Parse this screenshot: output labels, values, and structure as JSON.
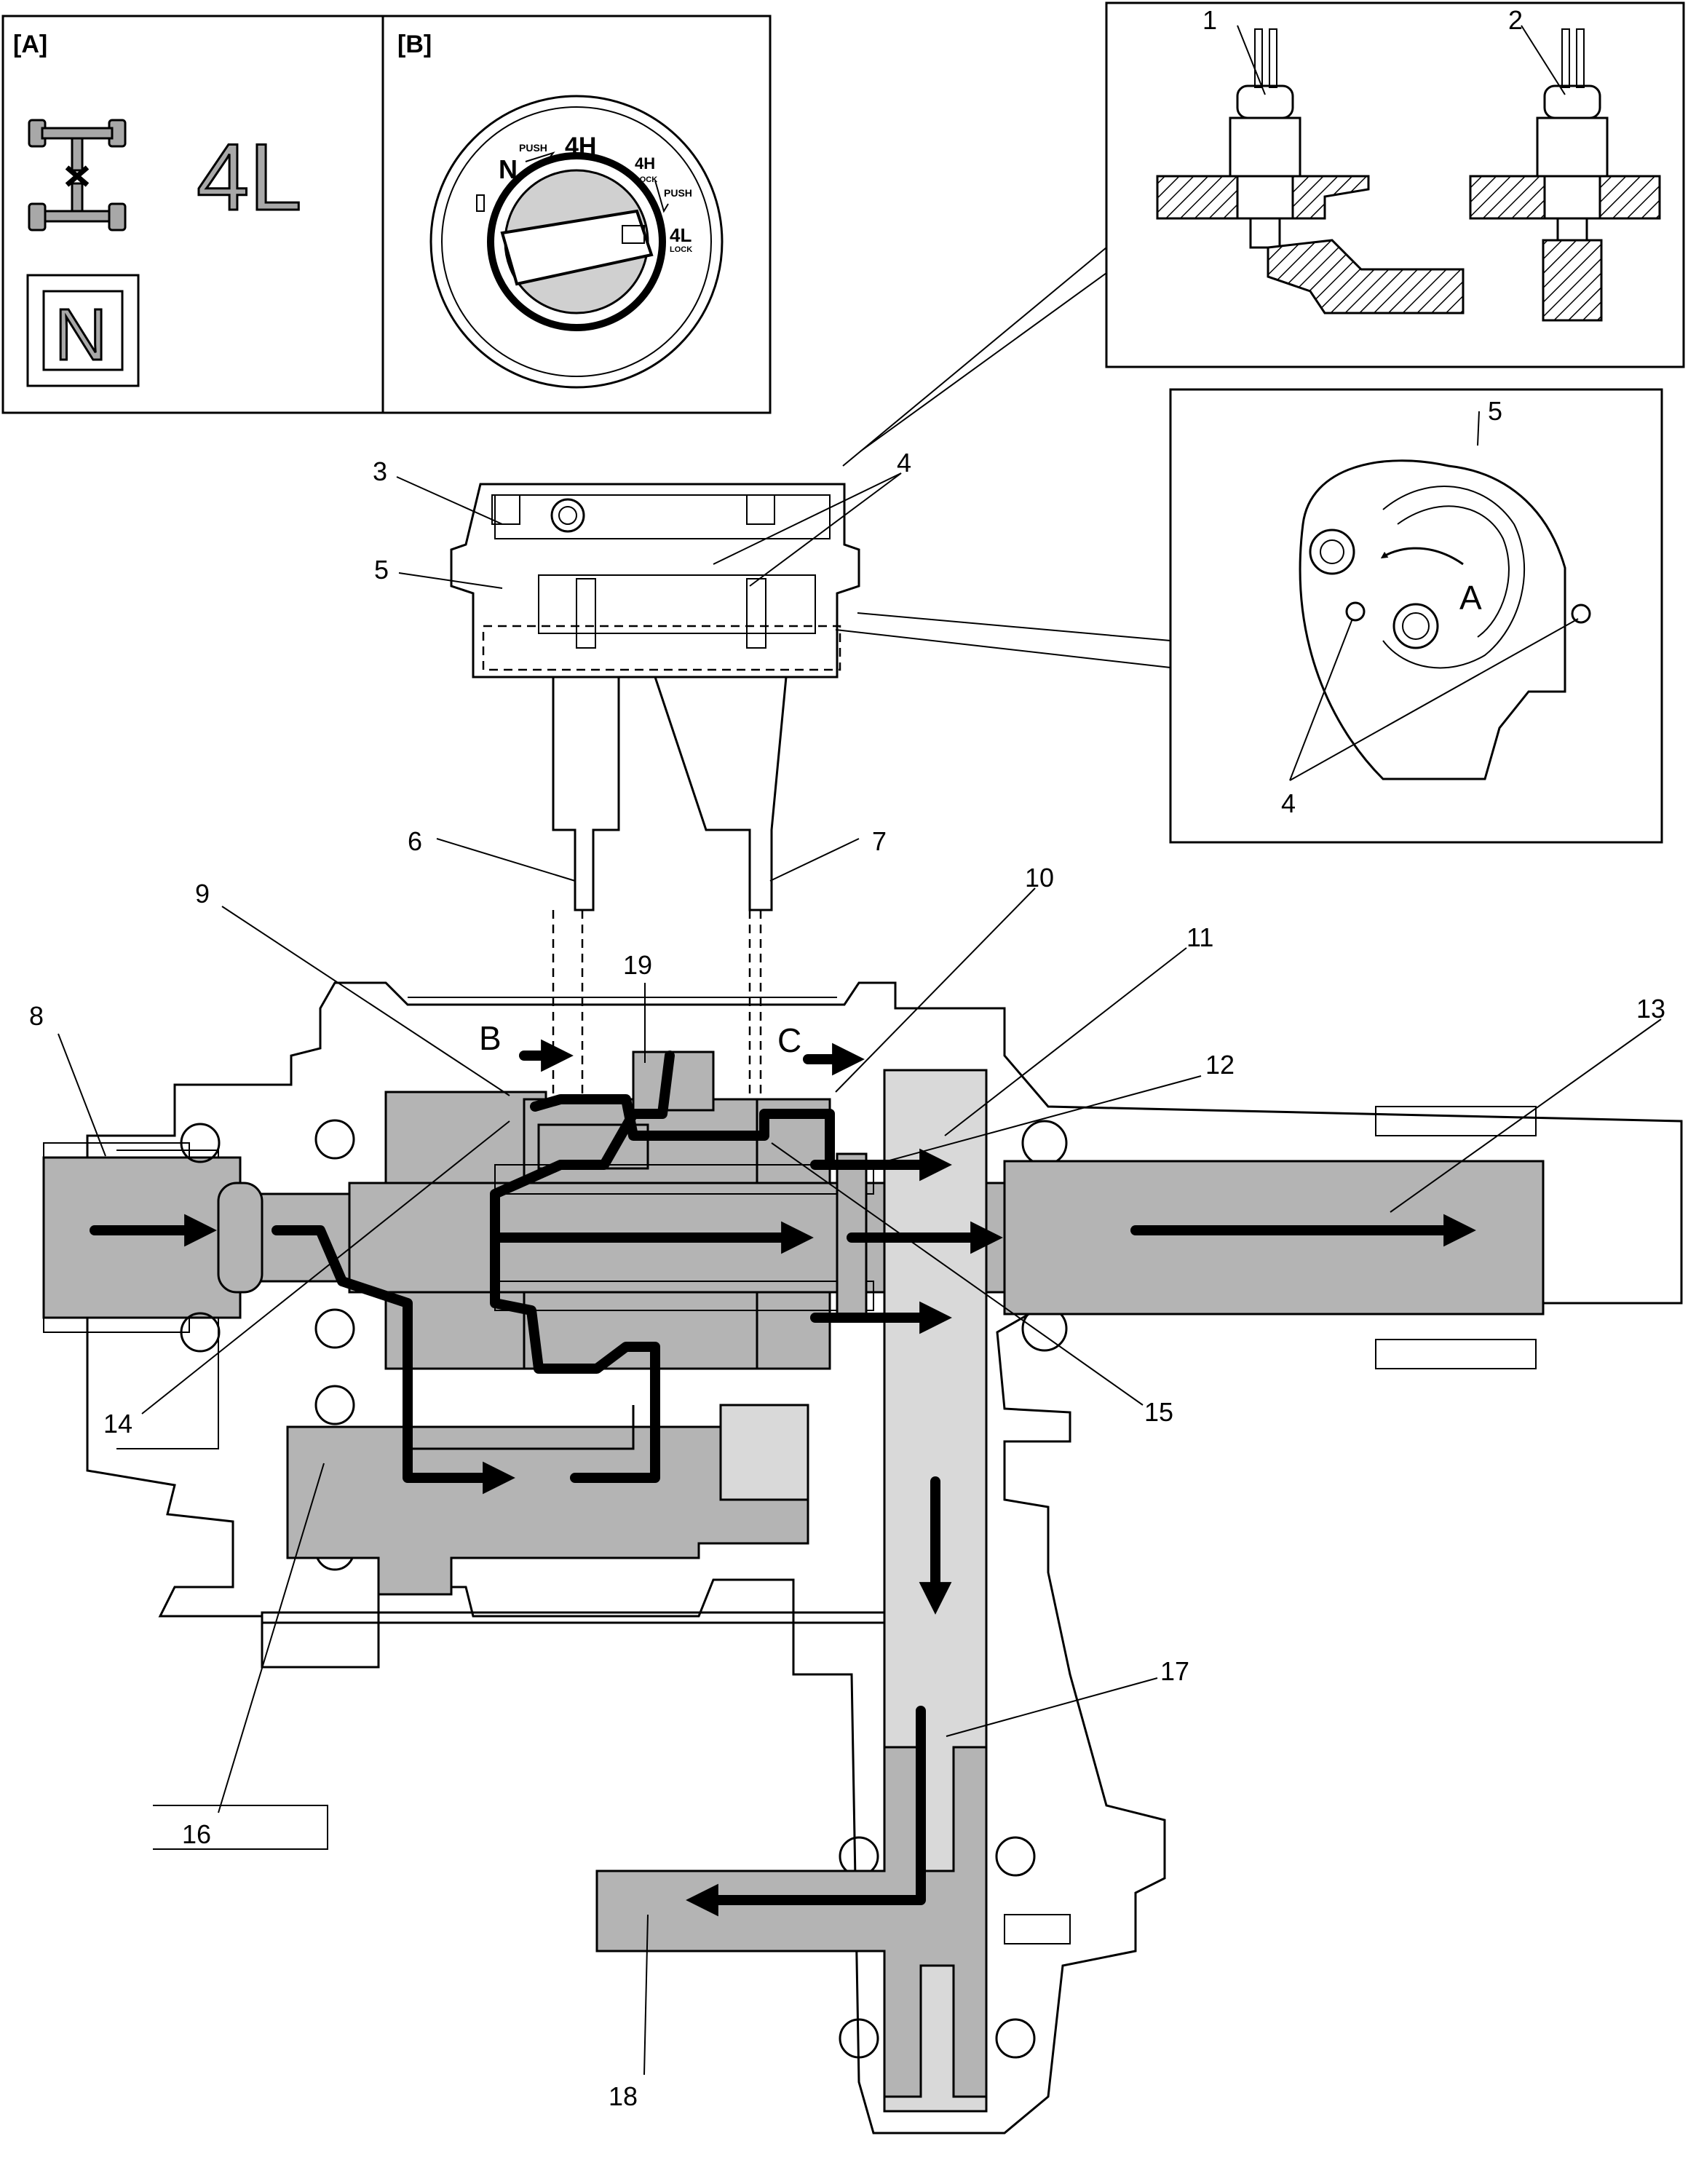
{
  "panel_a": {
    "header": "[A]",
    "mode_text": "4L",
    "neutral_text": "N",
    "icons": [
      "drivetrain-4wd-icon"
    ]
  },
  "panel_b": {
    "header": "[B]",
    "knob_labels": {
      "n": "N",
      "push_1": "PUSH",
      "h4": "4H",
      "h4_lock_a": "4H",
      "h4_lock_b": "LOCK",
      "push_2": "PUSH",
      "l4_a": "4L",
      "l4_b": "LOCK"
    }
  },
  "callouts": {
    "c1": "1",
    "c2": "2",
    "c3": "3",
    "c4": "4",
    "c4b": "4",
    "c5": "5",
    "c5b": "5",
    "c6": "6",
    "c7": "7",
    "c8": "8",
    "c9": "9",
    "c10": "10",
    "c11": "11",
    "c12": "12",
    "c13": "13",
    "c14": "14",
    "c15": "15",
    "c16": "16",
    "c17": "17",
    "c18": "18",
    "c19": "19"
  },
  "arrow_labels": {
    "a": "A",
    "b": "B",
    "c": "C"
  },
  "colors": {
    "part_fill": "#b4b4b4",
    "housing_fill": "#d9d9d9",
    "line": "#000000",
    "background": "#ffffff"
  }
}
